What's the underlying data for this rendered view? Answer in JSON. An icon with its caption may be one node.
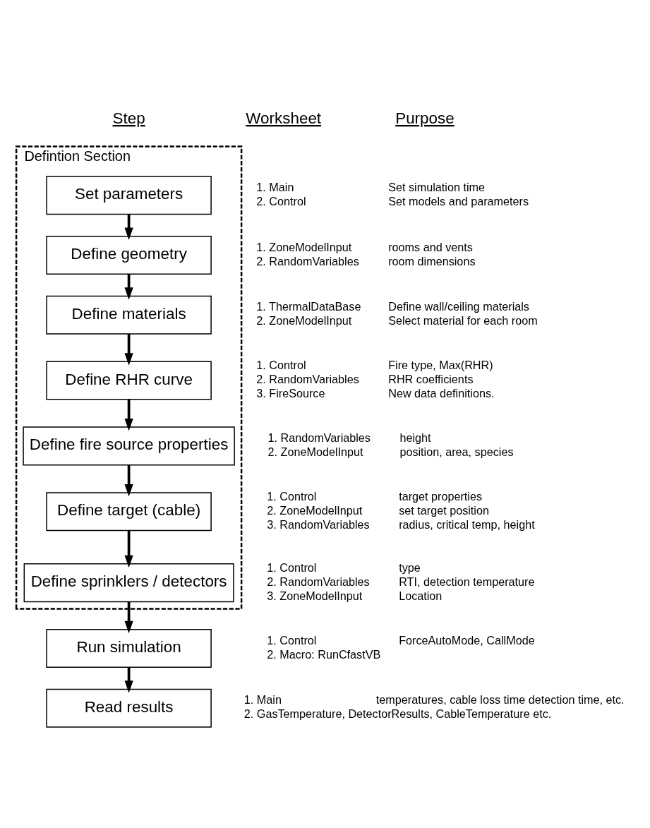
{
  "diagram": {
    "nodes": [
      {
        "text": [
          "Defintion Section"
        ]
      },
      {
        "text": [
          "Set parameters"
        ],
        "in": 0
      },
      {
        "text": [
          "Define geometry"
        ],
        "in": 0
      },
      {
        "text": [
          "Define materials"
        ],
        "in": 0
      },
      {
        "text": [
          "Define RHR curve"
        ],
        "in": 0
      },
      {
        "text": [
          "Define fire source properties"
        ],
        "in": 0
      },
      {
        "text": [
          "Define target (cable)"
        ],
        "in": 0
      },
      {
        "text": [
          "Define sprinklers / detectors"
        ],
        "in": 0
      },
      {
        "text": [
          "Run simulation"
        ]
      },
      {
        "text": [
          "Read results"
        ]
      }
    ],
    "edges": [
      {
        "from": 1,
        "to": 2,
        "arrow": "to"
      },
      {
        "from": 2,
        "to": 3,
        "arrow": "to"
      },
      {
        "from": 3,
        "to": 4,
        "arrow": "to"
      },
      {
        "from": 4,
        "to": 5,
        "arrow": "to"
      },
      {
        "from": 5,
        "to": 6,
        "arrow": "to"
      },
      {
        "from": 6,
        "to": 7,
        "arrow": "to"
      },
      {
        "from": 7,
        "to": 8,
        "arrow": "to"
      },
      {
        "from": 8,
        "to": 9,
        "arrow": "to"
      }
    ],
    "labels": [
      "Step",
      "Worksheet",
      "Purpose",
      "1. Main",
      "Set simulation time",
      "2. Control",
      "Set models and parameters",
      "1. ZoneModelInput",
      "rooms and vents",
      "2. RandomVariables",
      "room dimensions",
      "1. ThermalDataBase",
      "Define wall/ceiling materials",
      "2. ZoneModelInput",
      "Select material for each room",
      "1. Control",
      "Fire type, Max(RHR)",
      "2. RandomVariables",
      "RHR coefficients",
      "3. FireSource",
      "New data definitions.",
      "1. RandomVariables",
      "height",
      "2. ZoneModelInput",
      "position, area, species",
      "1. Control",
      "target properties",
      "2. ZoneModelInput",
      "set target position",
      "3. RandomVariables",
      "radius, critical temp, height",
      "1. Control",
      "type",
      "2. RandomVariables",
      "RTI, detection temperature",
      "3. ZoneModelInput",
      "Location",
      "1. Control",
      "ForceAutoMode, CallMode",
      "2. Macro: RunCfastVB",
      "1. Main",
      "temperatures, cable loss time detection time, etc.",
      "2. GasTemperature, DetectorResults, CableTemperature etc."
    ]
  }
}
